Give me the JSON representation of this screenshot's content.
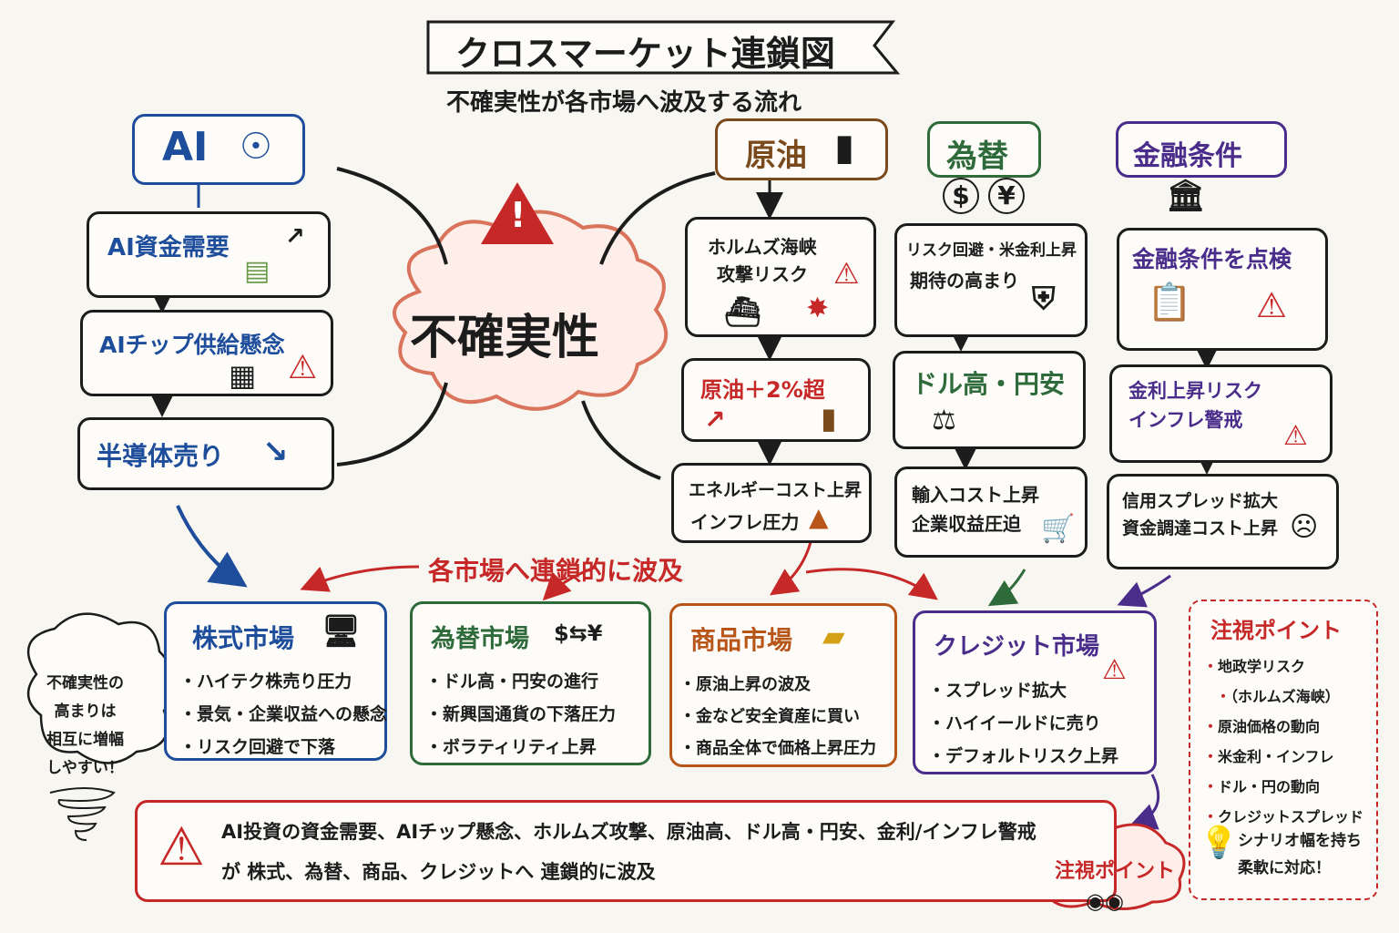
{
  "title": "クロスマーケット連鎖図",
  "subtitle": "不確実性が各市場へ波及する流れ",
  "center": "不確実性",
  "colors": {
    "ai": "#1d4d9b",
    "oil": "#7a4a1c",
    "fx": "#2f6b3a",
    "finance": "#4a2c8a",
    "alert": "#c62828",
    "commodity": "#b8561a"
  },
  "ai": {
    "header": "AI",
    "nodes": [
      "AI資金需要",
      "AIチップ供給懸念",
      "半導体売り"
    ]
  },
  "oil": {
    "header": "原油",
    "node1": [
      "ホルムズ海峡",
      "攻撃リスク"
    ],
    "node2": "原油＋2%超",
    "node3": [
      "エネルギーコスト上昇",
      "インフレ圧力"
    ]
  },
  "fx": {
    "header": "為替",
    "node1": [
      "リスク回避・米金利上昇",
      "期待の高まり"
    ],
    "node2": "ドル高・円安",
    "node3": [
      "輸入コスト上昇",
      "企業収益圧迫"
    ]
  },
  "finance": {
    "header": "金融条件",
    "node1": "金融条件を点検",
    "node2": [
      "金利上昇リスク",
      "インフレ警戒"
    ],
    "node3": [
      "信用スプレッド拡大",
      "資金調達コスト上昇"
    ]
  },
  "spread_label": "各市場へ連鎖的に波及",
  "markets": [
    {
      "title": "株式市場",
      "items": [
        "ハイテク株売り圧力",
        "景気・企業収益への懸念",
        "リスク回避で下落"
      ]
    },
    {
      "title": "為替市場",
      "items": [
        "ドル高・円安の進行",
        "新興国通貨の下落圧力",
        "ボラティリティ上昇"
      ]
    },
    {
      "title": "商品市場",
      "items": [
        "原油上昇の波及",
        "金など安全資産に買い",
        "商品全体で価格上昇圧力"
      ]
    },
    {
      "title": "クレジット市場",
      "items": [
        "スプレッド拡大",
        "ハイイールドに売り",
        "デフォルトリスク上昇"
      ]
    }
  ],
  "watch": {
    "title": "注視ポイント",
    "items": [
      "地政学リスク",
      "（ホルムズ海峡）",
      "原油価格の動向",
      "米金利・インフレ",
      "ドル・円の動向",
      "クレジットスプレッド"
    ],
    "note": [
      "シナリオ幅を持ち",
      "柔軟に対応！"
    ]
  },
  "side_note": [
    "不確実性の",
    "高まりは",
    "相互に増幅",
    "しやすい！"
  ],
  "summary": [
    "AI投資の資金需要、AIチップ懸念、ホルムズ攻撃、原油高、ドル高・円安、金利/インフレ警戒",
    "が 株式、為替、商品、クレジットへ 連鎖的に波及"
  ],
  "watch_bubble": "注視ポイント",
  "icons": {
    "yen": "¥",
    "dollar": "$",
    "warning": "!"
  }
}
